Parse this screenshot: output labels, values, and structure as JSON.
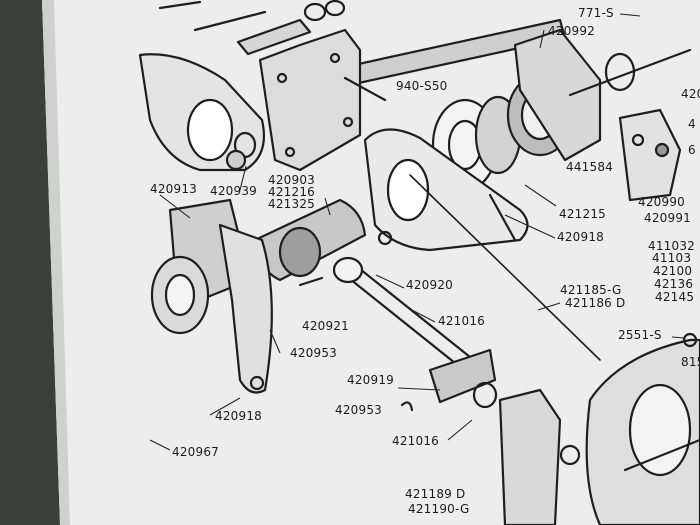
{
  "labels": [
    {
      "id": "p771",
      "text": "771-S"
    },
    {
      "id": "p420992",
      "text": "420992"
    },
    {
      "id": "p420_edge",
      "text": "420"
    },
    {
      "id": "p940",
      "text": "940-S50"
    },
    {
      "id": "p441584",
      "text": "441584"
    },
    {
      "id": "p420939",
      "text": "420939"
    },
    {
      "id": "p420903",
      "text": "420903"
    },
    {
      "id": "p421216a",
      "text": "421216"
    },
    {
      "id": "p421325",
      "text": "421325"
    },
    {
      "id": "p420913",
      "text": "420913"
    },
    {
      "id": "p421215",
      "text": "421215"
    },
    {
      "id": "p420918r",
      "text": "420918"
    },
    {
      "id": "p420990",
      "text": "420990"
    },
    {
      "id": "p420991",
      "text": "420991"
    },
    {
      "id": "p411032",
      "text": "411032"
    },
    {
      "id": "p41103",
      "text": "41103"
    },
    {
      "id": "p42100",
      "text": "42100"
    },
    {
      "id": "p42136",
      "text": "42136"
    },
    {
      "id": "p42145",
      "text": "42145"
    },
    {
      "id": "p420920",
      "text": "420920"
    },
    {
      "id": "p421185",
      "text": "421185-G"
    },
    {
      "id": "p421186",
      "text": "421186 D"
    },
    {
      "id": "p420921",
      "text": "420921"
    },
    {
      "id": "p421016a",
      "text": "421016"
    },
    {
      "id": "p420953a",
      "text": "420953"
    },
    {
      "id": "p2551",
      "text": "2551-S"
    },
    {
      "id": "p815",
      "text": "815"
    },
    {
      "id": "p420919",
      "text": "420919"
    },
    {
      "id": "p420953b",
      "text": "420953"
    },
    {
      "id": "p420918l",
      "text": "420918"
    },
    {
      "id": "p421016b",
      "text": "421016"
    },
    {
      "id": "p420967",
      "text": "420967"
    },
    {
      "id": "p421189",
      "text": "421189 D"
    },
    {
      "id": "p421190",
      "text": "421190-G"
    },
    {
      "id": "p4_edge",
      "text": "4"
    },
    {
      "id": "p6_edge",
      "text": "6"
    }
  ]
}
